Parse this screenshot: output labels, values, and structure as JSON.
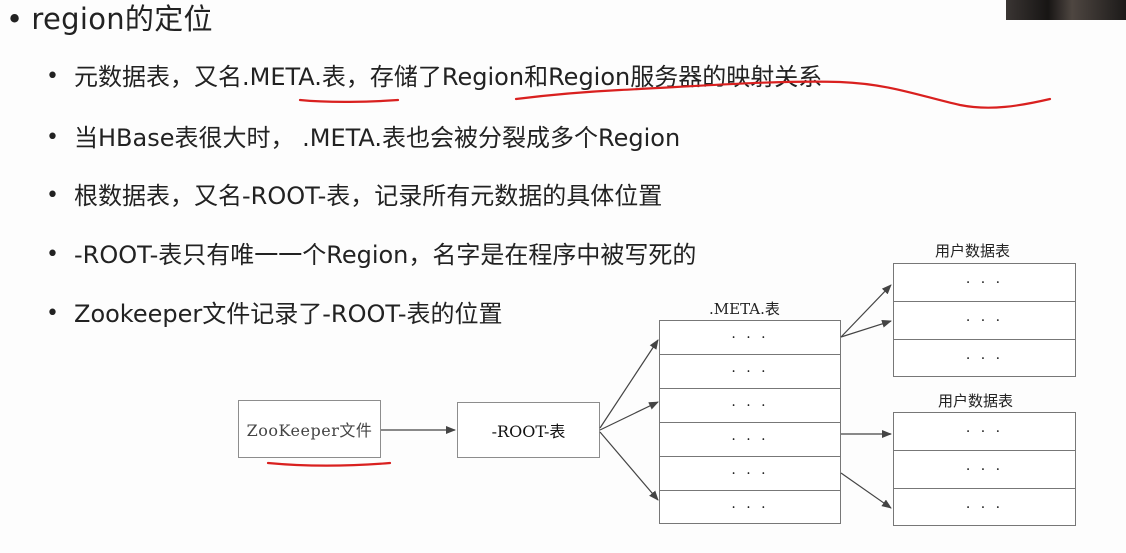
{
  "slide": {
    "title_bullet": "•",
    "title": "region的定位",
    "bullet_char": "•",
    "bullets": [
      {
        "text": "元数据表，又名.META.表，存储了Region和Region服务器的映射关系"
      },
      {
        "text": "当HBase表很大时， .META.表也会被分裂成多个Region"
      },
      {
        "text": "根数据表，又名-ROOT-表，记录所有元数据的具体位置"
      },
      {
        "text": "-ROOT-表只有唯一一个Region，名字是在程序中被写死的"
      },
      {
        "text": "Zookeeper文件记录了-ROOT-表的位置"
      }
    ]
  },
  "diagram": {
    "zookeeper_box": "ZooKeeper文件",
    "root_box": "-ROOT-表",
    "meta_label": ".META.表",
    "meta_cells": [
      "· · ·",
      "· · ·",
      "· · ·",
      "· · ·",
      "· · ·",
      "· · ·"
    ],
    "user_table_1_label": "用户数据表",
    "user_table_1_cells": [
      "· · ·",
      "· · ·",
      "· · ·"
    ],
    "user_table_2_label": "用户数据表",
    "user_table_2_cells": [
      "· · ·",
      "· · ·",
      "· · ·"
    ]
  },
  "colors": {
    "annotation": "#d9201f",
    "arrow": "#444444",
    "border": "#777777"
  }
}
